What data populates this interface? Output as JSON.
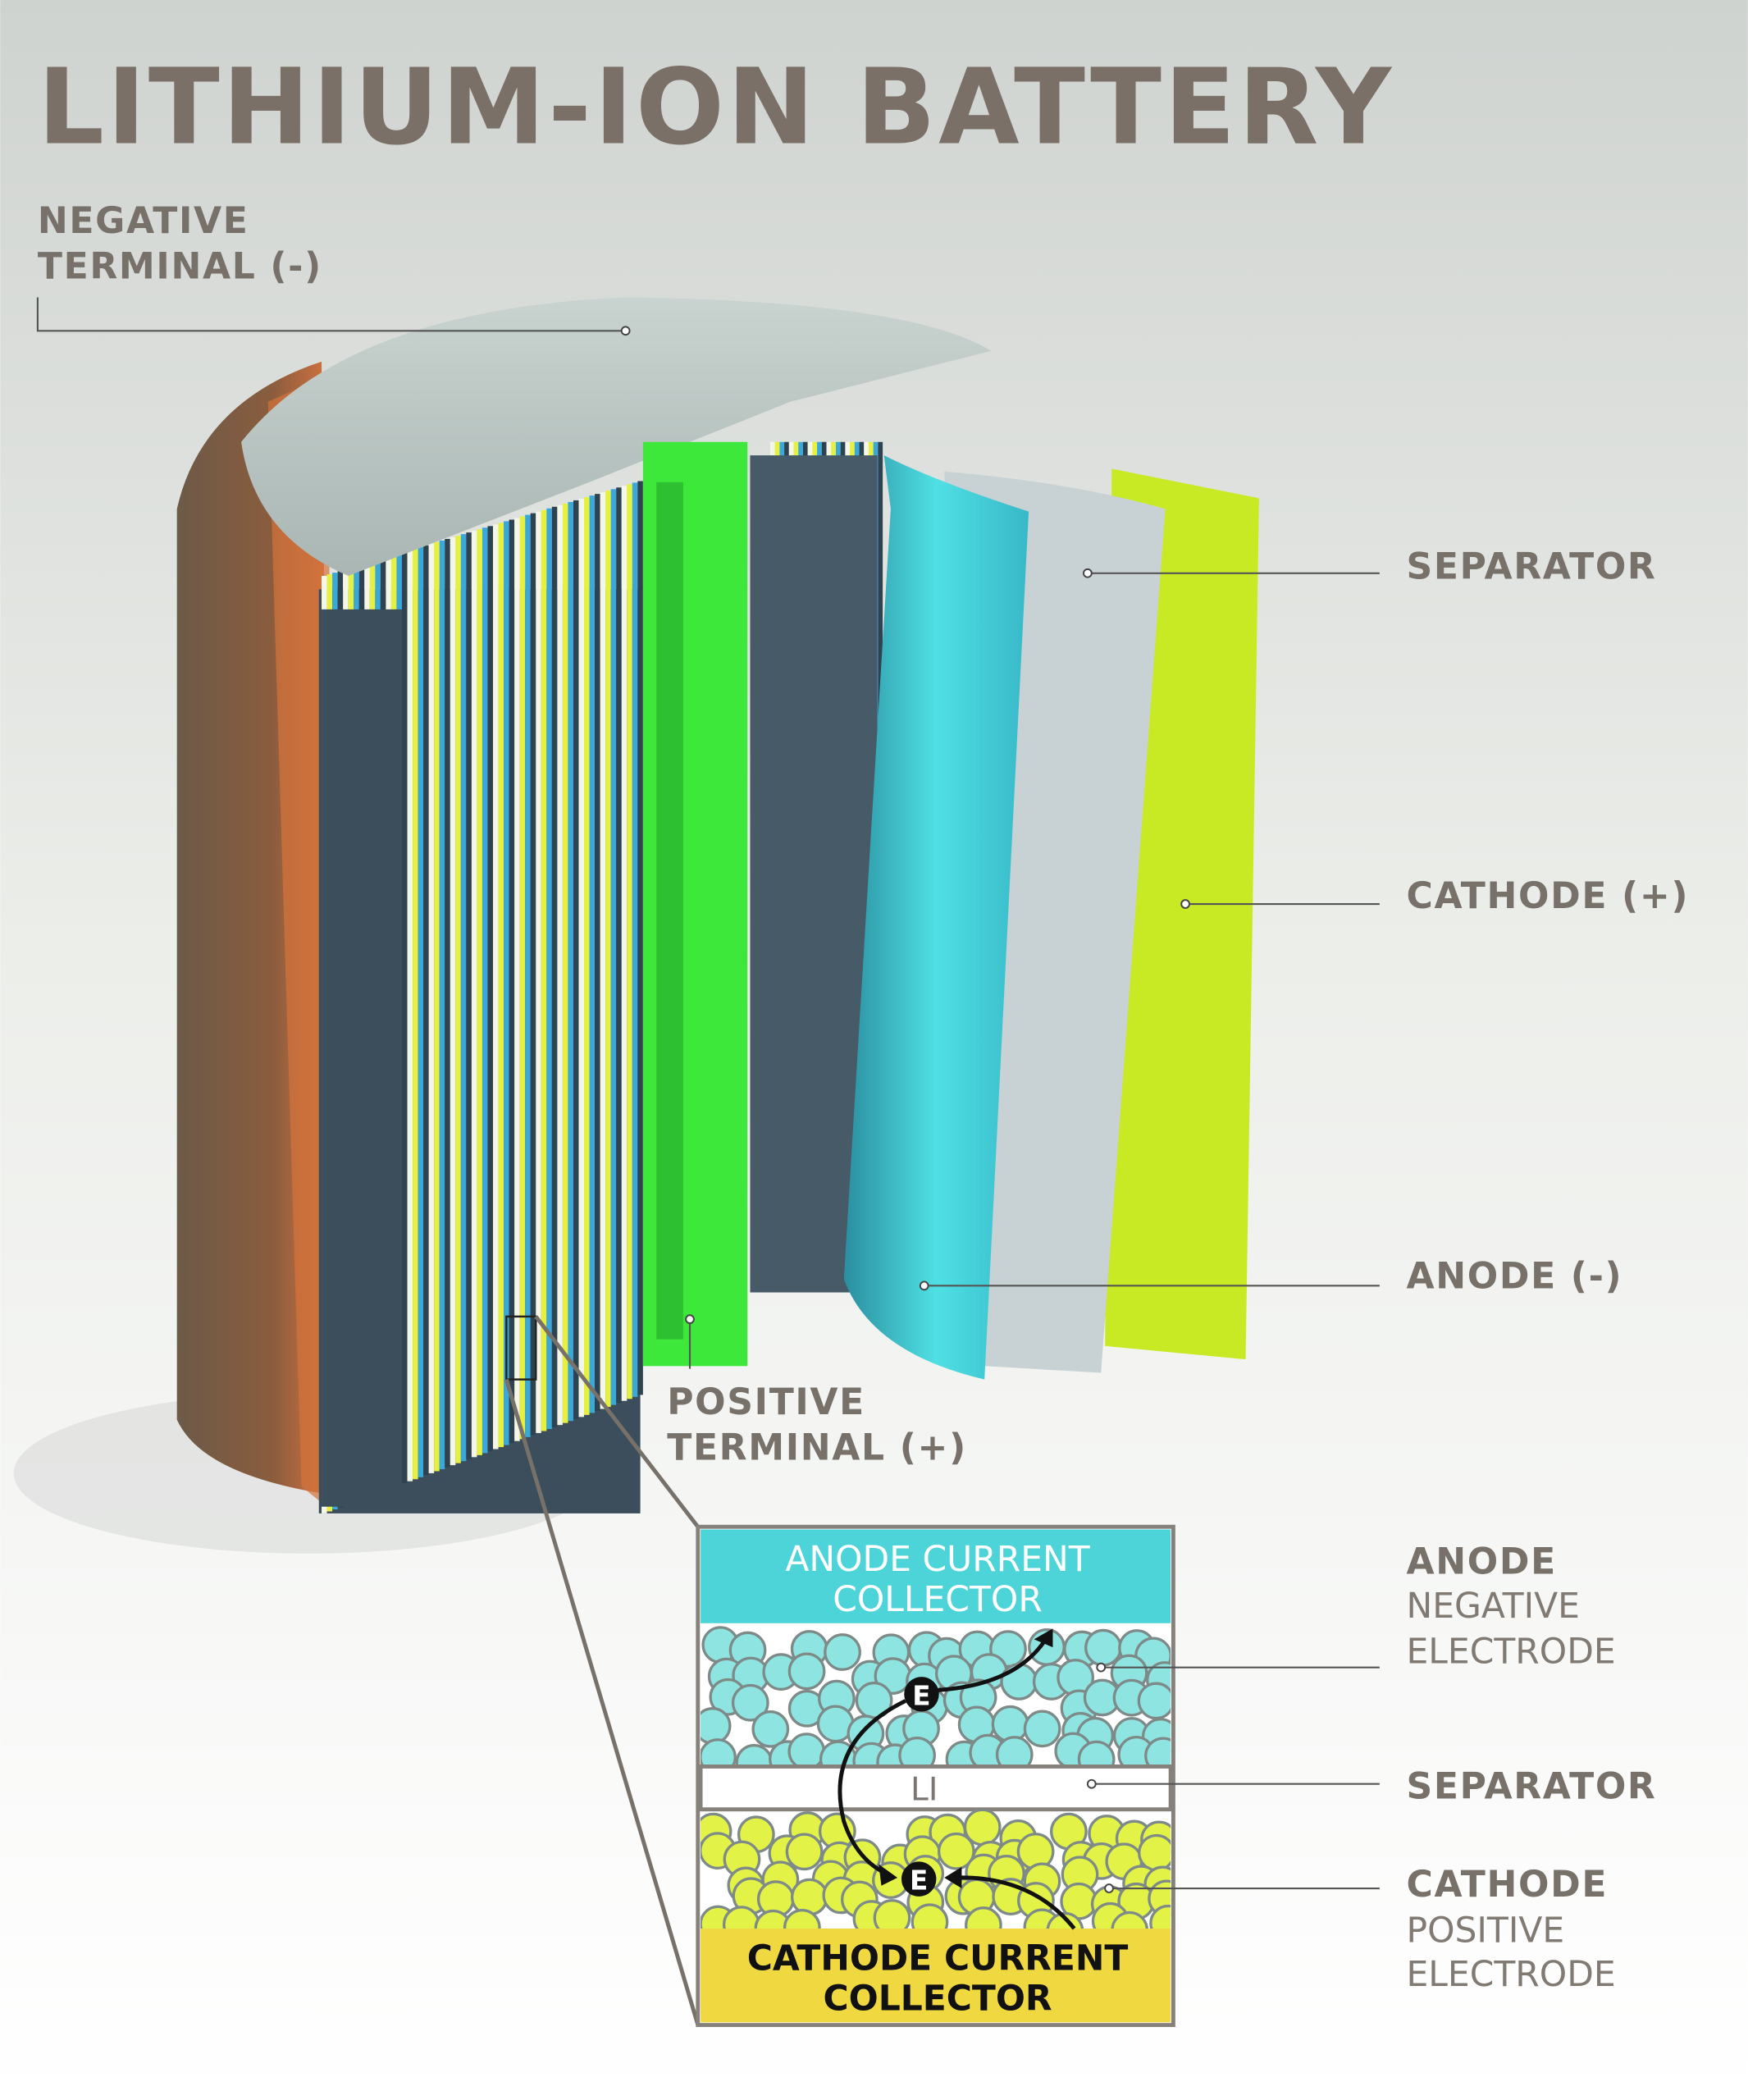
{
  "title": "LITHIUM-ION BATTERY",
  "labels": {
    "negative_terminal": [
      "NEGATIVE",
      "TERMINAL (-)"
    ],
    "separator": "SEPARATOR",
    "cathode": "CATHODE (+)",
    "anode": "ANODE (-)",
    "positive_terminal": [
      "POSITIVE",
      "TERMINAL (+)"
    ]
  },
  "inset": {
    "anode_collector": [
      "ANODE CURRENT",
      "COLLECTOR"
    ],
    "separator_text": "LI",
    "electron_label": "E",
    "cathode_collector": [
      "CATHODE CURRENT",
      "COLLECTOR"
    ]
  },
  "inset_labels": {
    "anode": {
      "title": "ANODE",
      "sub": [
        "NEGATIVE",
        "ELECTRODE"
      ]
    },
    "separator": {
      "title": "SEPARATOR"
    },
    "cathode": {
      "title": "CATHODE",
      "sub": [
        "POSITIVE",
        "ELECTRODE"
      ]
    }
  },
  "colors": {
    "title": "#7a7068",
    "anode_collector": "#4dd4d8",
    "cathode_collector": "#f0d840",
    "anode_particle": "#8ee4e0",
    "cathode_particle": "#e2f247",
    "copper": "#c46a3c",
    "green_tube": "#3ee83a",
    "separator_sheet": "#c8d2d4",
    "cathode_sheet": "#c8ea24",
    "anode_sheet": "#3fc4d0"
  }
}
